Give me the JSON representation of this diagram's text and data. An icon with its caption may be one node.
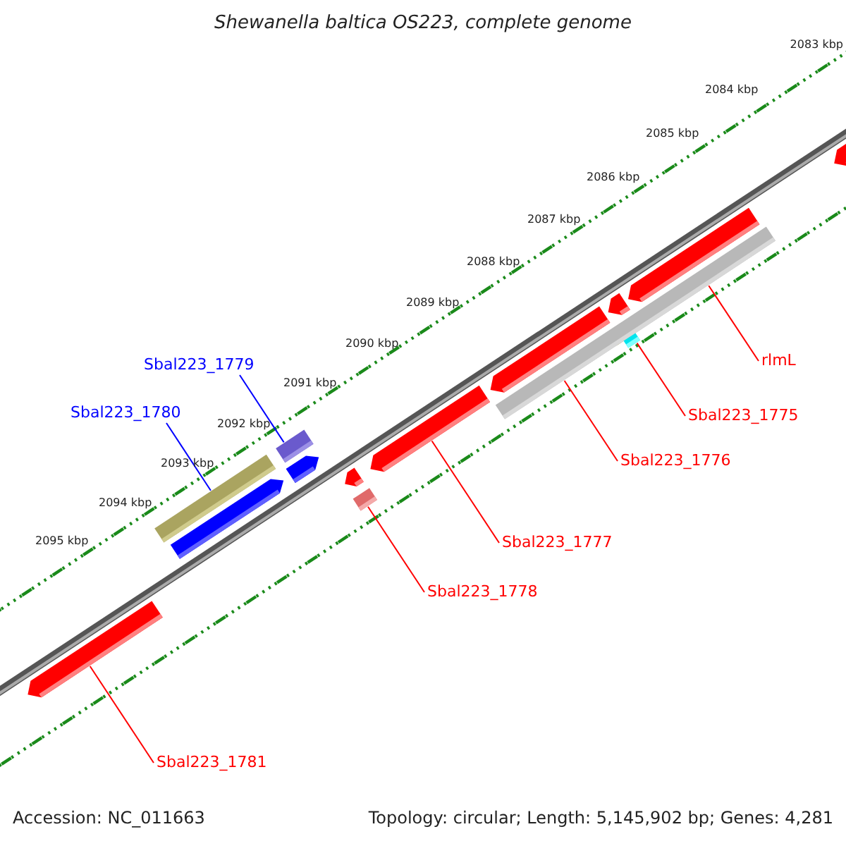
{
  "diagram": {
    "title": "Shewanella baltica OS223, complete genome",
    "nodes": [
      {
        "text": [
          "Sbal223_1779"
        ]
      },
      {
        "text": [
          "Sbal223_1780"
        ]
      },
      {
        "text": [
          "rlmL"
        ]
      },
      {
        "text": [
          "Sbal223_1775"
        ]
      },
      {
        "text": [
          "Sbal223_1776"
        ]
      },
      {
        "text": [
          "Sbal223_1777"
        ]
      },
      {
        "text": [
          "Sbal223_1778"
        ]
      },
      {
        "text": [
          "Sbal223_1781"
        ]
      },
      {
        "text": [],
        "shape": "bar"
      },
      {
        "text": [],
        "shape": "bar"
      },
      {
        "text": [],
        "shape": "bar"
      },
      {
        "text": [],
        "shape": "bar"
      },
      {
        "text": [],
        "shape": "arrow"
      },
      {
        "text": [],
        "shape": "bar"
      },
      {
        "text": [],
        "shape": "arrow"
      }
    ],
    "edges": [
      {
        "from": 0,
        "to": 8,
        "arrow": "none",
        "color": "#0000ff"
      },
      {
        "from": 1,
        "to": 9,
        "arrow": "none",
        "color": "#0000ff"
      },
      {
        "from": 2,
        "to": 10,
        "arrow": "none"
      },
      {
        "from": 3,
        "to": 11,
        "arrow": "none"
      },
      {
        "from": 4,
        "to": 10,
        "arrow": "none"
      },
      {
        "from": 5,
        "to": 12,
        "arrow": "none"
      },
      {
        "from": 6,
        "to": 13,
        "arrow": "none"
      },
      {
        "from": 7,
        "to": 14,
        "arrow": "none"
      }
    ],
    "labels": [
      "2083 kbp",
      "2084 kbp",
      "2085 kbp",
      "2086 kbp",
      "2087 kbp",
      "2088 kbp",
      "2089 kbp",
      "2090 kbp",
      "2091 kbp",
      "2092 kbp",
      "2093 kbp",
      "2094 kbp",
      "2095 kbp",
      "Accession: NC_011663",
      "Topology: circular; Length: 5,145,902 bp; Genes: 4,281"
    ]
  }
}
